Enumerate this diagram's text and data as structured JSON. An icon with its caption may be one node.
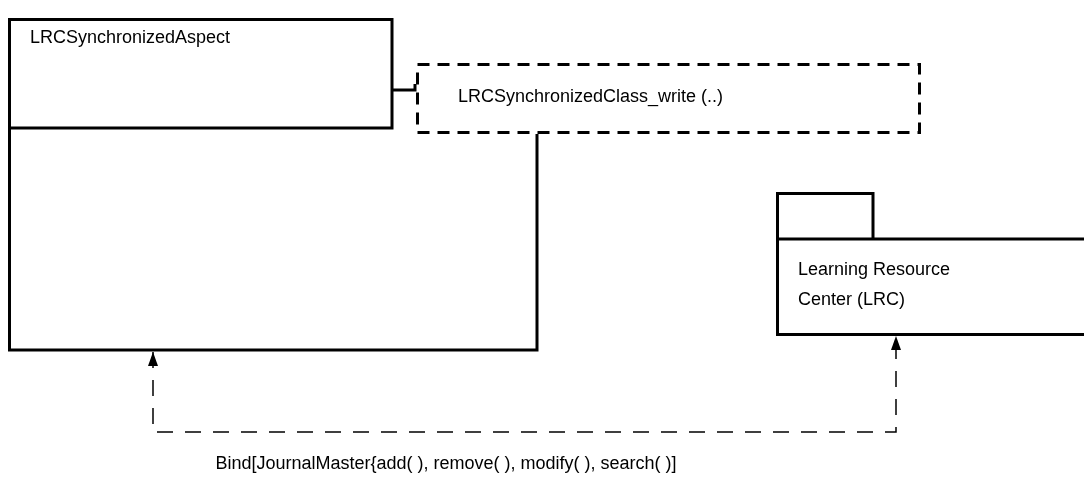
{
  "diagram": {
    "nodes": [
      {
        "text": [
          "LRCSynchronizedAspect"
        ]
      },
      {
        "text": [
          "LRCSynchronizedClass_write (..)"
        ]
      },
      {
        "text": [
          "Learning Resource Center (LRC)"
        ]
      }
    ],
    "edges": [
      {
        "from": 0,
        "to": 2,
        "arrow": "both",
        "style": "dashed",
        "label": "Bind[JournalMaster{add( ), remove( ), modify( ), search( )]"
      }
    ]
  }
}
